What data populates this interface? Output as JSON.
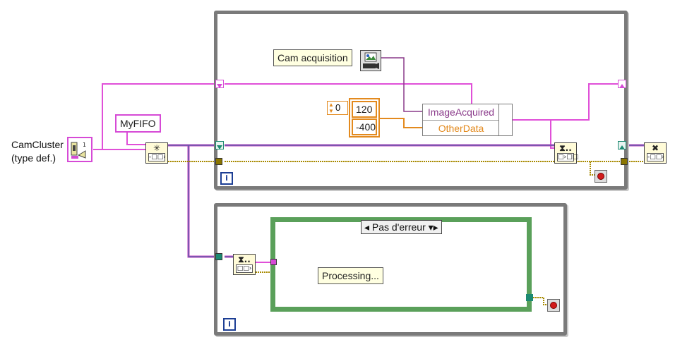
{
  "diagram": {
    "labels": {
      "cam_acquisition": "Cam acquisition",
      "myfifo": "MyFIFO",
      "camcluster": "CamCluster\n(type def.)",
      "processing": "Processing..."
    },
    "constants": {
      "numeric_index": "0",
      "array_values": [
        "120",
        "-400"
      ]
    },
    "bundle_fields": [
      "ImageAcquired",
      "OtherData"
    ],
    "case_selector": "Pas d'erreur",
    "loop_index_glyph": "i",
    "colors": {
      "cluster_wire": "#e050d8",
      "error_wire": "#a88a00",
      "queue_wire": "#1c8a72",
      "numeric_orange": "#e38a1e",
      "loop_border": "#7a7a7a",
      "case_border": "#5aa05a"
    },
    "icons": [
      "camera-icon",
      "obtain-queue-icon",
      "enqueue-icon",
      "dequeue-icon",
      "release-queue-icon",
      "stop-icon",
      "iteration-icon"
    ]
  }
}
